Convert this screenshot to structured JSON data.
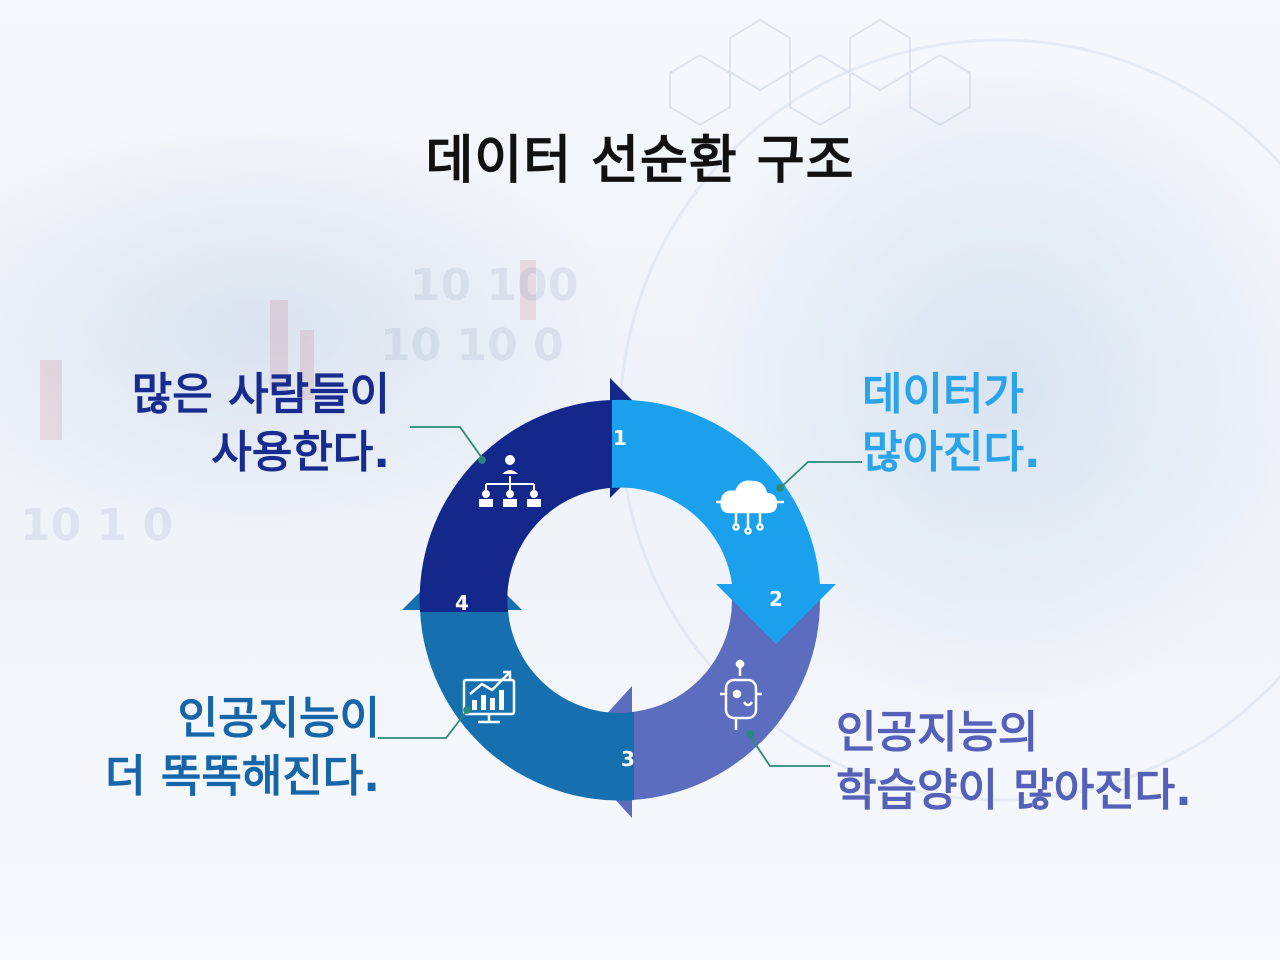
{
  "title": "데이터 선순환 구조",
  "steps": [
    {
      "number": "1",
      "line1": "많은 사람들이",
      "line2": "사용한다.",
      "icon": "organization-chart-icon",
      "color": "#13288a"
    },
    {
      "number": "2",
      "line1": "데이터가",
      "line2": "많아진다.",
      "icon": "cloud-network-icon",
      "color": "#1aa0ec"
    },
    {
      "number": "3",
      "line1": "인공지능의",
      "line2": "학습양이 많아진다.",
      "icon": "robot-head-icon",
      "color": "#5b6bbd"
    },
    {
      "number": "4",
      "line1": "인공지능이",
      "line2": "더 똑똑해진다.",
      "icon": "growth-chart-icon",
      "color": "#1670b0"
    }
  ],
  "colors": {
    "connector": "#2a8a78",
    "title": "#111111"
  }
}
